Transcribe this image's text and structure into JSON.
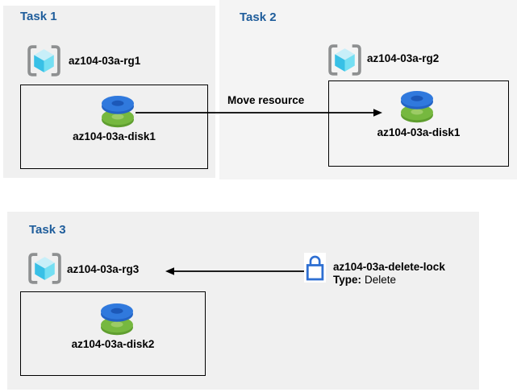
{
  "tasks": [
    {
      "title": "Task 1",
      "resource_group": "az104-03a-rg1",
      "resource": "az104-03a-disk1"
    },
    {
      "title": "Task 2",
      "resource_group": "az104-03a-rg2",
      "resource": "az104-03a-disk1"
    },
    {
      "title": "Task 3",
      "resource_group": "az104-03a-rg3",
      "resource": "az104-03a-disk2"
    }
  ],
  "arrows": {
    "move_label": "Move resource"
  },
  "lock": {
    "name": "az104-03a-delete-lock",
    "type_label": "Type:",
    "type_value": "Delete"
  },
  "icons": {
    "resource_group": "resource-group-brackets-cube-icon",
    "disk": "stacked-disks-icon",
    "lock": "padlock-icon"
  },
  "colors": {
    "title_text": "#1f5d9b",
    "panel_gray": "#f0f0f0",
    "panel_light_gray": "#f4f4f4",
    "label_text": "#000000",
    "arrow": "#000000",
    "box_border": "#000000",
    "lock_outline": "#2e6fd2",
    "disk_blue": "#3079dd",
    "disk_blue_hole": "#1c58b8",
    "disk_green": "#76b83f",
    "disk_green_hole": "#9ccb66",
    "cube_top": "#c8eff9",
    "cube_left": "#38c0e6",
    "cube_right": "#74dff3",
    "bracket_gray": "#8e9091"
  }
}
